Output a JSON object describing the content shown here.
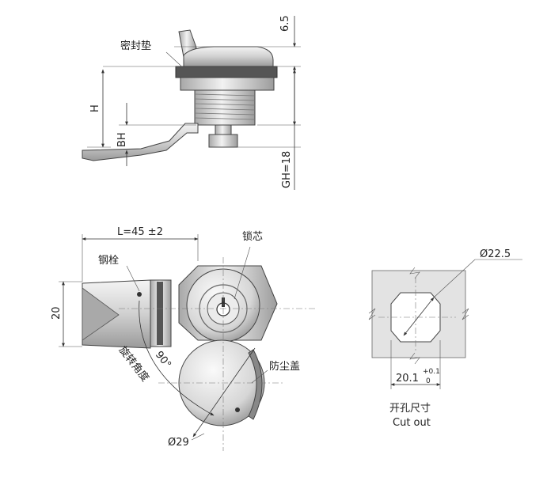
{
  "top_view": {
    "gasket_label": "密封垫",
    "dim_top": "6.5",
    "dim_h": "H",
    "dim_bh": "BH",
    "dim_gh": "GH=18"
  },
  "bottom_view": {
    "dim_length": "L=45 ±2",
    "lock_core_label": "锁芯",
    "steel_bolt_label": "钢栓",
    "dim_width": "20",
    "rotation_label": "旋转角度",
    "rotation_value": "90°",
    "dust_cover_label": "防尘盖",
    "dim_diameter": "Ø29"
  },
  "cutout_view": {
    "dim_diameter": "Ø22.5",
    "dim_flat": "20.1",
    "tol_upper": "+0.1",
    "tol_lower": "0",
    "title_cn": "开孔尺寸",
    "title_en": "Cut out"
  },
  "colors": {
    "metal_light": "#e8e8e8",
    "metal_mid": "#c8c8c8",
    "metal_dark": "#8a8a8a",
    "cutout_fill": "#e3e3e3"
  }
}
